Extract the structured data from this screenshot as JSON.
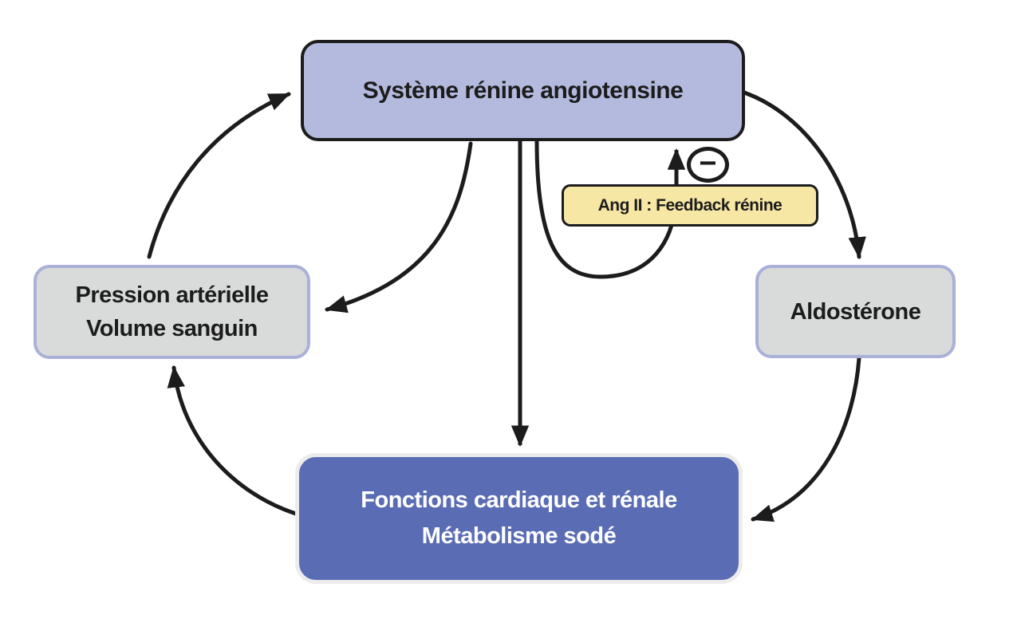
{
  "diagram": {
    "title_meaning": "Renin-angiotensin system regulation cycle",
    "background_color": "#ffffff",
    "arrow_color": "#1c1c1c",
    "nodes": {
      "renin_system": {
        "label": "Système rénine angiotensine",
        "fill": "#b4bade",
        "border": "#1c1c1c",
        "text_color": "#1c1c1c"
      },
      "pressure_volume": {
        "line1": "Pression artérielle",
        "line2": "Volume sanguin",
        "fill": "#d8dbda",
        "border": "#a9b1d8",
        "text_color": "#1c1c1c"
      },
      "aldosterone": {
        "label": "Aldostérone",
        "fill": "#d8dbda",
        "border": "#a9b1d8",
        "text_color": "#1c1c1c"
      },
      "cardiac_renal": {
        "line1": "Fonctions cardiaque et rénale",
        "line2": "Métabolisme sodé",
        "fill": "#5a6cb4",
        "border": "#ececec",
        "text_color": "#ffffff"
      },
      "feedback_label": {
        "label": "Ang II : Feedback rénine",
        "fill": "#f6e7a4",
        "border": "#1c1c1c",
        "text_color": "#1c1c1c"
      }
    },
    "minus_sign": {
      "symbol": "−",
      "meaning": "negative feedback"
    },
    "edges": [
      {
        "from": "pressure_volume",
        "to": "renin_system",
        "style": "curved"
      },
      {
        "from": "renin_system",
        "to": "pressure_volume",
        "style": "curved"
      },
      {
        "from": "renin_system",
        "to": "cardiac_renal",
        "style": "straight-vertical"
      },
      {
        "from": "renin_system",
        "to": "renin_system",
        "style": "u-loop",
        "via": "feedback_label",
        "sign": "negative"
      },
      {
        "from": "renin_system",
        "to": "aldosterone",
        "style": "curved"
      },
      {
        "from": "aldosterone",
        "to": "cardiac_renal",
        "style": "curved"
      },
      {
        "from": "cardiac_renal",
        "to": "pressure_volume",
        "style": "curved"
      }
    ]
  }
}
